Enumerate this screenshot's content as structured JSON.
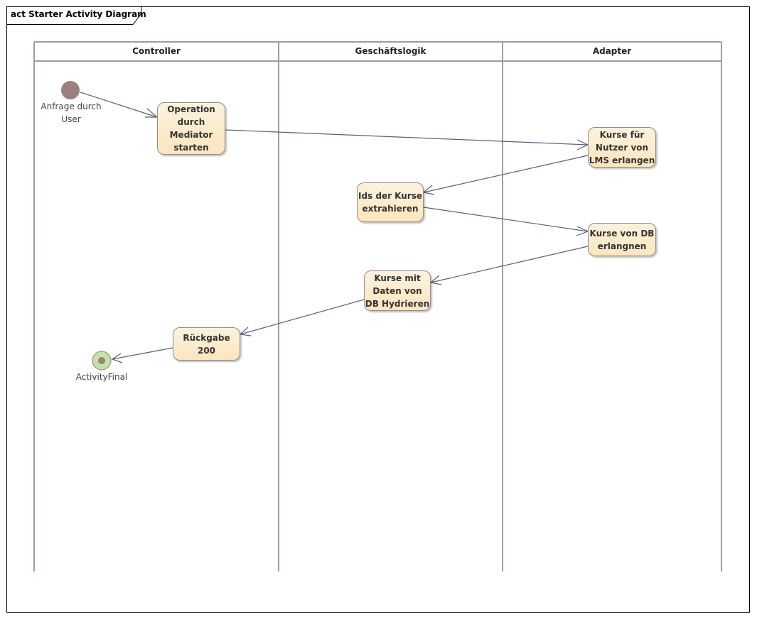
{
  "diagram": {
    "title": "act Starter Activity Diagram",
    "lanes": [
      "Controller",
      "Geschäftslogik",
      "Adapter"
    ],
    "initial_node_label": "Anfrage durch User",
    "final_node_label": "ActivityFinal",
    "actions": {
      "operation": "Operation durch Mediator starten",
      "kurse_lms": "Kurse für Nutzer von LMS erlangen",
      "ids_extrahieren": "Ids der Kurse extrahieren",
      "kurse_db": "Kurse von DB erlangnen",
      "hydrieren": "Kurse mit Daten von DB Hydrieren",
      "rueckgabe": "Rückgabe 200"
    },
    "colors": {
      "action_fill_top": "#fbf2de",
      "action_fill_bottom": "#fbe6bd",
      "lane_line": "#a59a9a",
      "edge": "#5a6078",
      "initial_node": "#9b8080",
      "final_node_ring": "#b8d99a"
    }
  }
}
